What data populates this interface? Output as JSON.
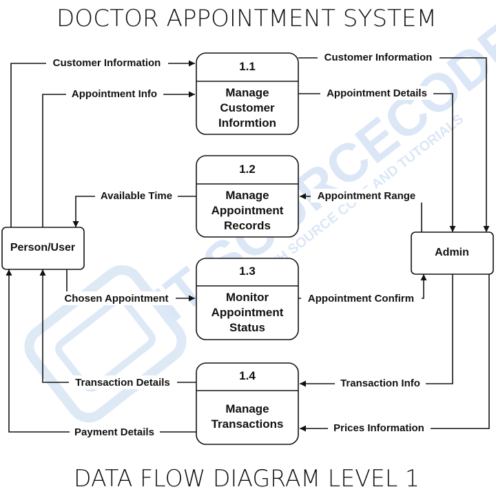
{
  "title": "DOCTOR APPOINTMENT SYSTEM",
  "subtitle": "DATA FLOW DIAGRAM LEVEL 1",
  "watermark": {
    "main": "IT SOURCECODE",
    "tagline": "WITH SOURCE CODE AND TUTORIALS"
  },
  "entities": {
    "person": "Person/User",
    "admin": "Admin"
  },
  "processes": [
    {
      "number": "1.1",
      "lines": [
        "Manage",
        "Customer",
        "Informtion"
      ]
    },
    {
      "number": "1.2",
      "lines": [
        "Manage",
        "Appointment",
        "Records"
      ]
    },
    {
      "number": "1.3",
      "lines": [
        "Monitor",
        "Appointment",
        "Status"
      ]
    },
    {
      "number": "1.4",
      "lines": [
        "Manage",
        "Transactions"
      ]
    }
  ],
  "flows": {
    "customer_info_in": "Customer Information",
    "appointment_info": "Appointment Info",
    "customer_info_out": "Customer Information",
    "appointment_details": "Appointment Details",
    "available_time": "Available Time",
    "appointment_range": "Appointment Range",
    "chosen_appointment": "Chosen Appointment",
    "appointment_confirm": "Appointment Confirm",
    "transaction_details": "Transaction Details",
    "transaction_info": "Transaction Info",
    "payment_details": "Payment Details",
    "prices_information": "Prices Information"
  }
}
